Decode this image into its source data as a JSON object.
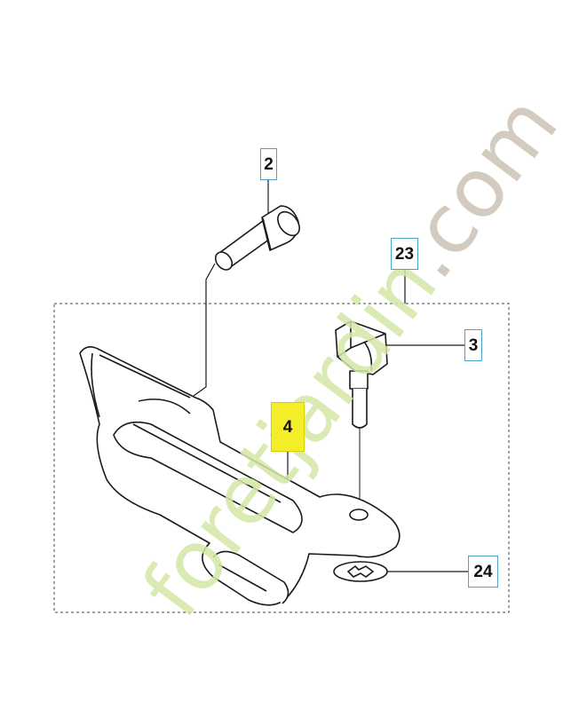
{
  "callouts": {
    "screw": "2",
    "kit": "23",
    "pin": "3",
    "cover": "4",
    "washer": "24"
  },
  "watermark": {
    "brand": "foretjardin",
    "tld": ".com"
  },
  "colors": {
    "line": "#1a1a1a",
    "callout_border": "#4aa3c9",
    "highlight": "#f4ee2a",
    "watermark_green": "#d4e7a6",
    "watermark_grey": "#ccc3b4"
  }
}
